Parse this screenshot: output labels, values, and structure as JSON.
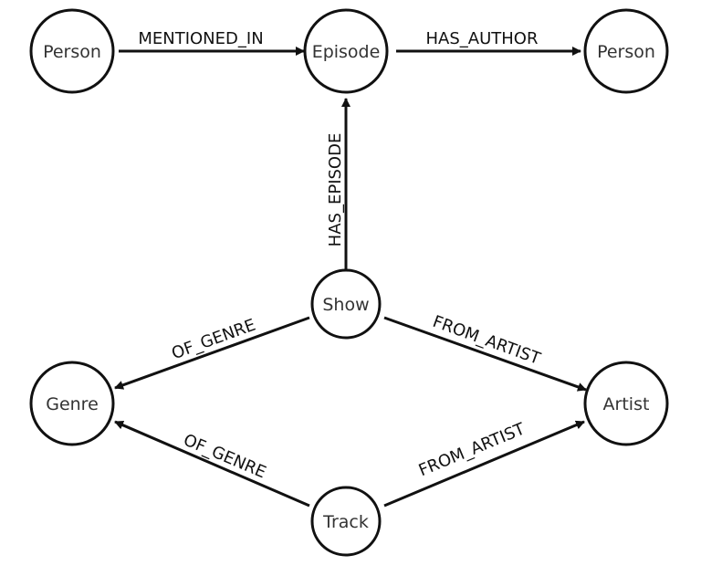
{
  "nodes": [
    {
      "id": "person_left",
      "label": "Person"
    },
    {
      "id": "episode",
      "label": "Episode"
    },
    {
      "id": "person_right",
      "label": "Person"
    },
    {
      "id": "show",
      "label": "Show"
    },
    {
      "id": "genre",
      "label": "Genre"
    },
    {
      "id": "artist",
      "label": "Artist"
    },
    {
      "id": "track",
      "label": "Track"
    }
  ],
  "edges": [
    {
      "from": "person_left",
      "to": "episode",
      "label": "MENTIONED_IN"
    },
    {
      "from": "episode",
      "to": "person_right",
      "label": "HAS_AUTHOR"
    },
    {
      "from": "show",
      "to": "episode",
      "label": "HAS_EPISODE"
    },
    {
      "from": "show",
      "to": "genre",
      "label": "OF_GENRE"
    },
    {
      "from": "show",
      "to": "artist",
      "label": "FROM_ARTIST"
    },
    {
      "from": "track",
      "to": "genre",
      "label": "OF_GENRE"
    },
    {
      "from": "track",
      "to": "artist",
      "label": "FROM_ARTIST"
    }
  ]
}
